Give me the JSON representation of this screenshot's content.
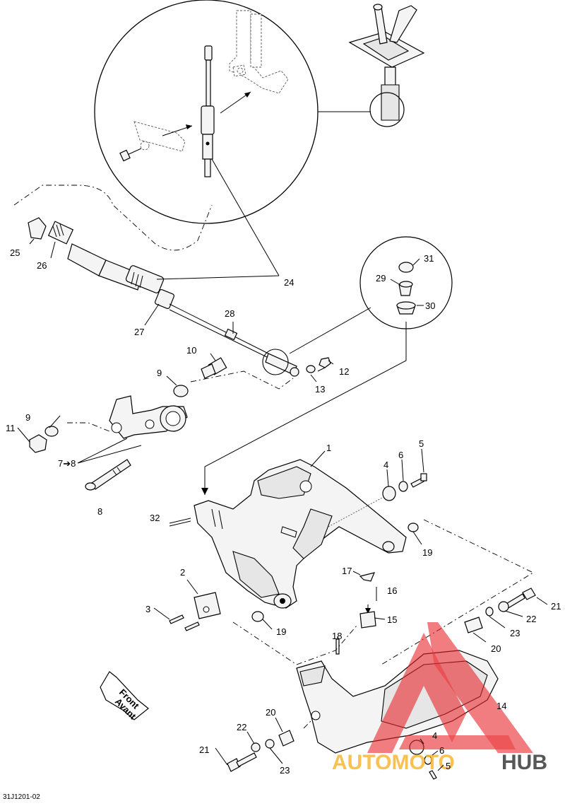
{
  "diagram_ref": "31J1201-02",
  "front_label": {
    "line1": "Front",
    "line2": "Avant"
  },
  "watermark": {
    "part1": "AUTOMOTO",
    "part2": "HUB",
    "color_main": "#e8262b",
    "color_accent": "#f7b733"
  },
  "callouts": {
    "c1": "1",
    "c2": "2",
    "c3": "3",
    "c4a": "4",
    "c4b": "4",
    "c5a": "5",
    "c5b": "5",
    "c6a": "6",
    "c6b": "6",
    "c7": "7➔8",
    "c8a": "8",
    "c9a": "9",
    "c9b": "9",
    "c10": "10",
    "c11": "11",
    "c12": "12",
    "c13": "13",
    "c14": "14",
    "c15": "15",
    "c16": "16",
    "c17": "17",
    "c18": "18",
    "c19a": "19",
    "c19b": "19",
    "c20a": "20",
    "c20b": "20",
    "c21a": "21",
    "c21b": "21",
    "c22a": "22",
    "c22b": "22",
    "c23a": "23",
    "c23b": "23",
    "c24": "24",
    "c25": "25",
    "c26": "26",
    "c27": "27",
    "c28": "28",
    "c29": "29",
    "c30": "30",
    "c31": "31",
    "c32": "32"
  }
}
